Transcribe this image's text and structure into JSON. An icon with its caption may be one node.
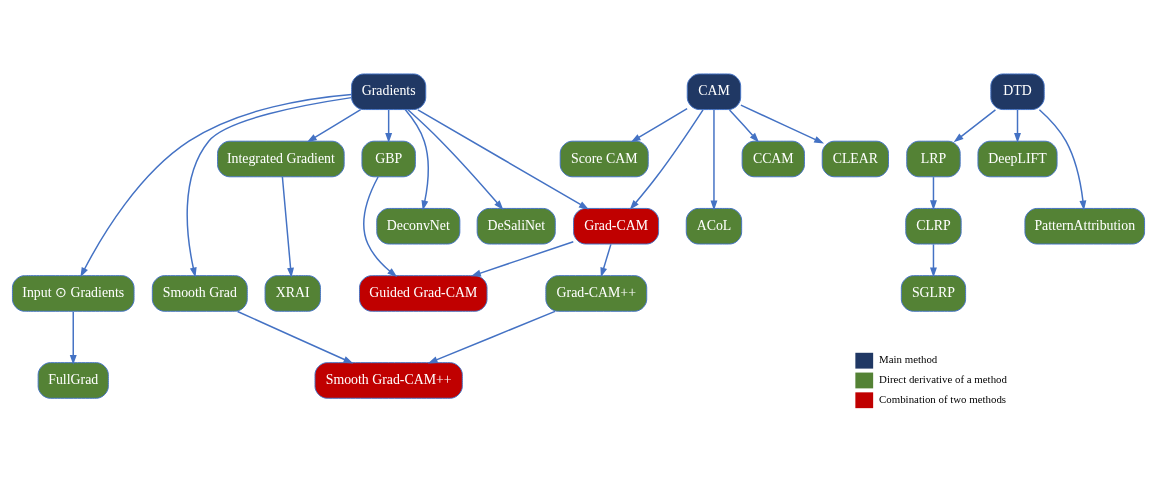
{
  "diagram": {
    "nodes": [
      {
        "text": [
          "Gradients"
        ]
      },
      {
        "text": [
          "CAM"
        ]
      },
      {
        "text": [
          "DTD"
        ]
      },
      {
        "text": [
          "Integrated Gradient"
        ]
      },
      {
        "text": [
          "GBP"
        ]
      },
      {
        "text": [
          "CCAM"
        ]
      },
      {
        "text": [
          "CLEAR"
        ]
      },
      {
        "text": [
          "Score CAM"
        ]
      },
      {
        "text": [
          "LRP"
        ]
      },
      {
        "text": [
          "DeepLIFT"
        ]
      },
      {
        "text": [
          "DeconvNet"
        ]
      },
      {
        "text": [
          "DeSaliNet"
        ]
      },
      {
        "text": [
          "Grad-CAM"
        ]
      },
      {
        "text": [
          "ACoL"
        ]
      },
      {
        "text": [
          "CLRP"
        ]
      },
      {
        "text": [
          "PatternAttribution"
        ]
      },
      {
        "text": [
          "XRAI"
        ]
      },
      {
        "text": [
          "Input ⊙ Gradients"
        ]
      },
      {
        "text": [
          "Smooth Grad"
        ]
      },
      {
        "text": [
          "Guided Grad-CAM"
        ]
      },
      {
        "text": [
          "Grad-CAM++"
        ]
      },
      {
        "text": [
          "SGLRP"
        ]
      },
      {
        "text": [
          "FullGrad"
        ]
      },
      {
        "text": [
          "Smooth Grad-CAM++"
        ]
      }
    ],
    "edges": [
      {
        "from": 0,
        "to": 3,
        "arrow": "to"
      },
      {
        "from": 0,
        "to": 10,
        "arrow": "to"
      },
      {
        "from": 0,
        "to": 11,
        "arrow": "to"
      },
      {
        "from": 0,
        "to": 17,
        "arrow": "to"
      },
      {
        "from": 0,
        "to": 18,
        "arrow": "to"
      },
      {
        "from": 0,
        "to": 4,
        "arrow": "to"
      },
      {
        "from": 0,
        "to": 12,
        "arrow": "to"
      },
      {
        "from": 1,
        "to": 5,
        "arrow": "to"
      },
      {
        "from": 1,
        "to": 12,
        "arrow": "to"
      },
      {
        "from": 1,
        "to": 6,
        "arrow": "to"
      },
      {
        "from": 1,
        "to": 13,
        "arrow": "to"
      },
      {
        "from": 1,
        "to": 7,
        "arrow": "to"
      },
      {
        "from": 2,
        "to": 8,
        "arrow": "to"
      },
      {
        "from": 2,
        "to": 15,
        "arrow": "to"
      },
      {
        "from": 2,
        "to": 9,
        "arrow": "to"
      },
      {
        "from": 3,
        "to": 16,
        "arrow": "to"
      },
      {
        "from": 17,
        "to": 22,
        "arrow": "to"
      },
      {
        "from": 4,
        "to": 19,
        "arrow": "to"
      },
      {
        "from": 12,
        "to": 19,
        "arrow": "to"
      },
      {
        "from": 12,
        "to": 20,
        "arrow": "to"
      },
      {
        "from": 18,
        "to": 23,
        "arrow": "to"
      },
      {
        "from": 20,
        "to": 23,
        "arrow": "to"
      },
      {
        "from": 8,
        "to": 14,
        "arrow": "to"
      },
      {
        "from": 14,
        "to": 21,
        "arrow": "to"
      }
    ],
    "legend": [
      {
        "text": "Main method",
        "color": "#203864"
      },
      {
        "text": "Direct derivative of a method",
        "color": "#548235"
      },
      {
        "text": "Combination of two methods",
        "color": "#c00000"
      }
    ]
  }
}
